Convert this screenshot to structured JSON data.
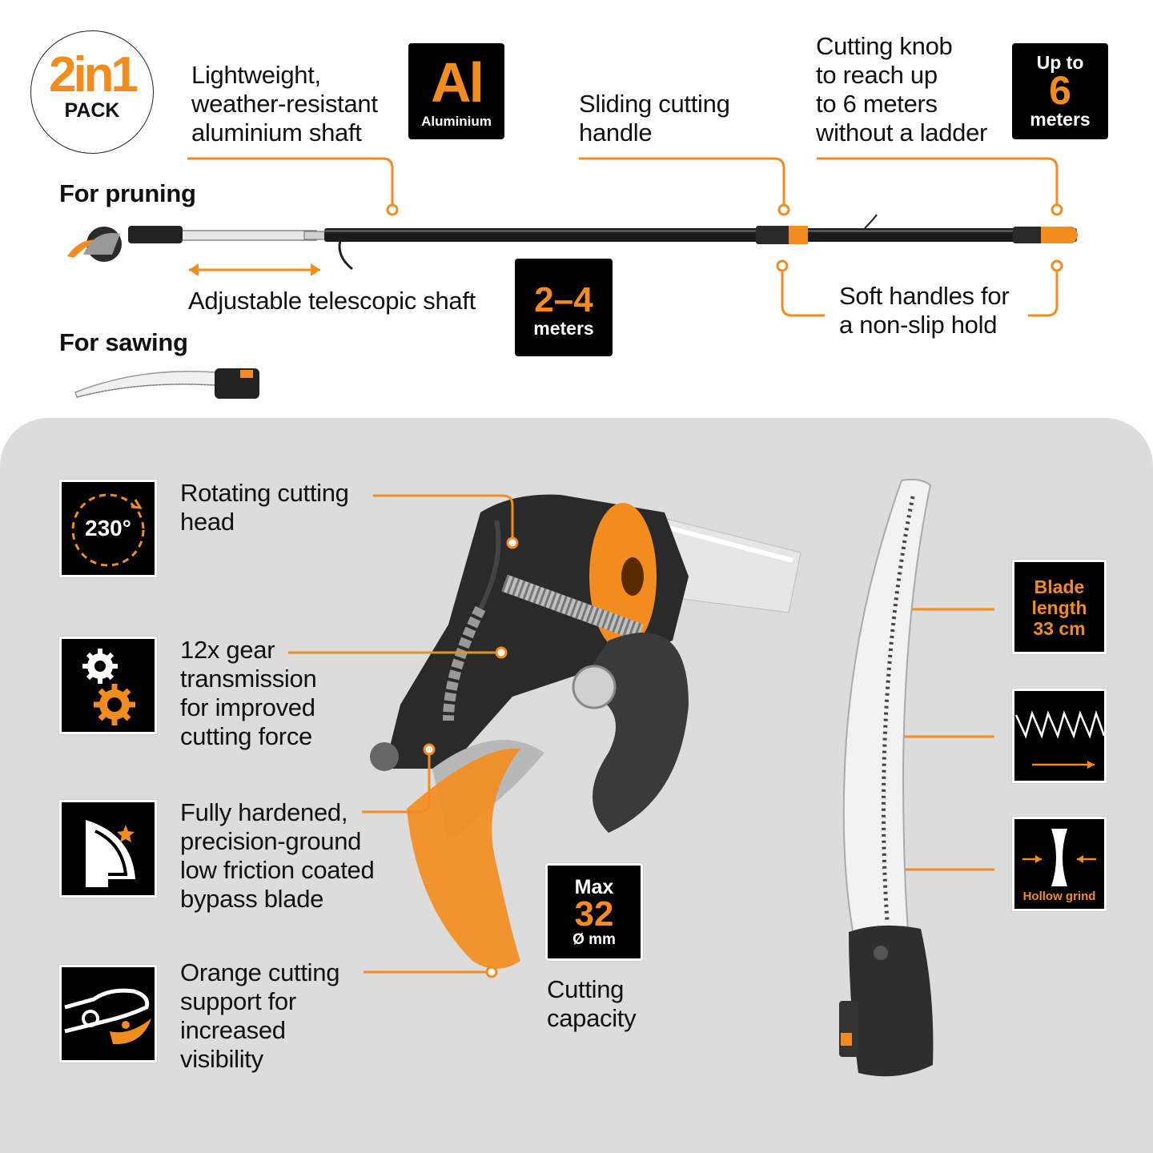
{
  "top": {
    "badge_big": "2in1",
    "badge_small": "PACK",
    "for_pruning": "For pruning",
    "for_sawing": "For sawing",
    "shaft_text": "Lightweight,\nweather-resistant\naluminium shaft",
    "al_symbol": "Al",
    "al_label": "Aluminium",
    "sliding_text": "Sliding cutting\nhandle",
    "knob_text": "Cutting knob\nto reach up\nto 6 meters\nwithout a ladder",
    "upto_label": "Up to",
    "upto_value": "6",
    "upto_unit": "meters",
    "telescopic_text": "Adjustable telescopic shaft",
    "telescopic_value": "2–4",
    "telescopic_unit": "meters",
    "soft_text": "Soft handles for\na non-slip hold"
  },
  "features": [
    {
      "icon_label": "230°",
      "text": "Rotating cutting\nhead"
    },
    {
      "text": "12x gear\ntransmission\nfor improved\ncutting force"
    },
    {
      "text": "Fully hardened,\nprecision-ground\nlow friction coated\nbypass blade"
    },
    {
      "text": "Orange cutting\nsupport for\nincreased\nvisibility"
    }
  ],
  "capacity": {
    "max_label": "Max",
    "value": "32",
    "unit": "Ø mm",
    "text": "Cutting\ncapacity"
  },
  "saw": {
    "blade_length_text": "Blade\nlength\n33 cm",
    "hollow_grind_label": "Hollow grind"
  },
  "colors": {
    "accent": "#f28c1e",
    "dark": "#000000",
    "panel": "#dcdcdc"
  }
}
